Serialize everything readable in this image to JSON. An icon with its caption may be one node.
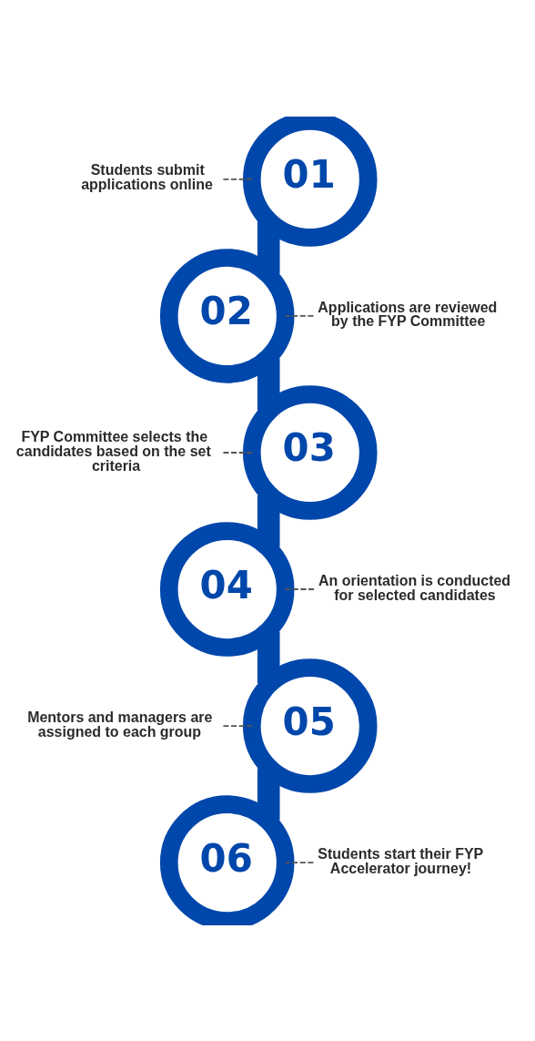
{
  "diagram": {
    "nodes": [
      {
        "text": [
          "Students submit applications online"
        ]
      },
      {
        "text": [
          "01"
        ]
      },
      {
        "text": [
          "02"
        ]
      },
      {
        "text": [
          "Applications are reviewed by the FYP Committee"
        ]
      },
      {
        "text": [
          "FYP Committee selects the candidates based on the set criteria"
        ]
      },
      {
        "text": [
          "03"
        ]
      },
      {
        "text": [
          "04"
        ]
      },
      {
        "text": [
          "An orientation is conducted for selected candidates"
        ]
      },
      {
        "text": [
          "Mentors and managers are assigned to each group"
        ]
      },
      {
        "text": [
          "05"
        ]
      },
      {
        "text": [
          "06"
        ]
      },
      {
        "text": [
          "Students start their FYP Accelerator journey!"
        ]
      }
    ],
    "edges": [
      {
        "from": 0,
        "to": 1,
        "arrow": "none",
        "style": "dashed"
      },
      {
        "from": 1,
        "to": 2,
        "arrow": "none",
        "style": "thick",
        "color": "#0047ab"
      },
      {
        "from": 3,
        "to": 2,
        "arrow": "none",
        "style": "dashed"
      },
      {
        "from": 2,
        "to": 5,
        "arrow": "none",
        "style": "thick",
        "color": "#0047ab"
      },
      {
        "from": 4,
        "to": 5,
        "arrow": "none",
        "style": "dashed"
      },
      {
        "from": 5,
        "to": 6,
        "arrow": "none",
        "style": "thick",
        "color": "#0047ab"
      },
      {
        "from": 7,
        "to": 6,
        "arrow": "none",
        "style": "dashed"
      },
      {
        "from": 6,
        "to": 9,
        "arrow": "none",
        "style": "thick",
        "color": "#0047ab"
      },
      {
        "from": 8,
        "to": 9,
        "arrow": "none",
        "style": "dashed"
      },
      {
        "from": 9,
        "to": 10,
        "arrow": "none",
        "style": "thick",
        "color": "#0047ab"
      },
      {
        "from": 11,
        "to": 10,
        "arrow": "none",
        "style": "dashed"
      }
    ]
  }
}
